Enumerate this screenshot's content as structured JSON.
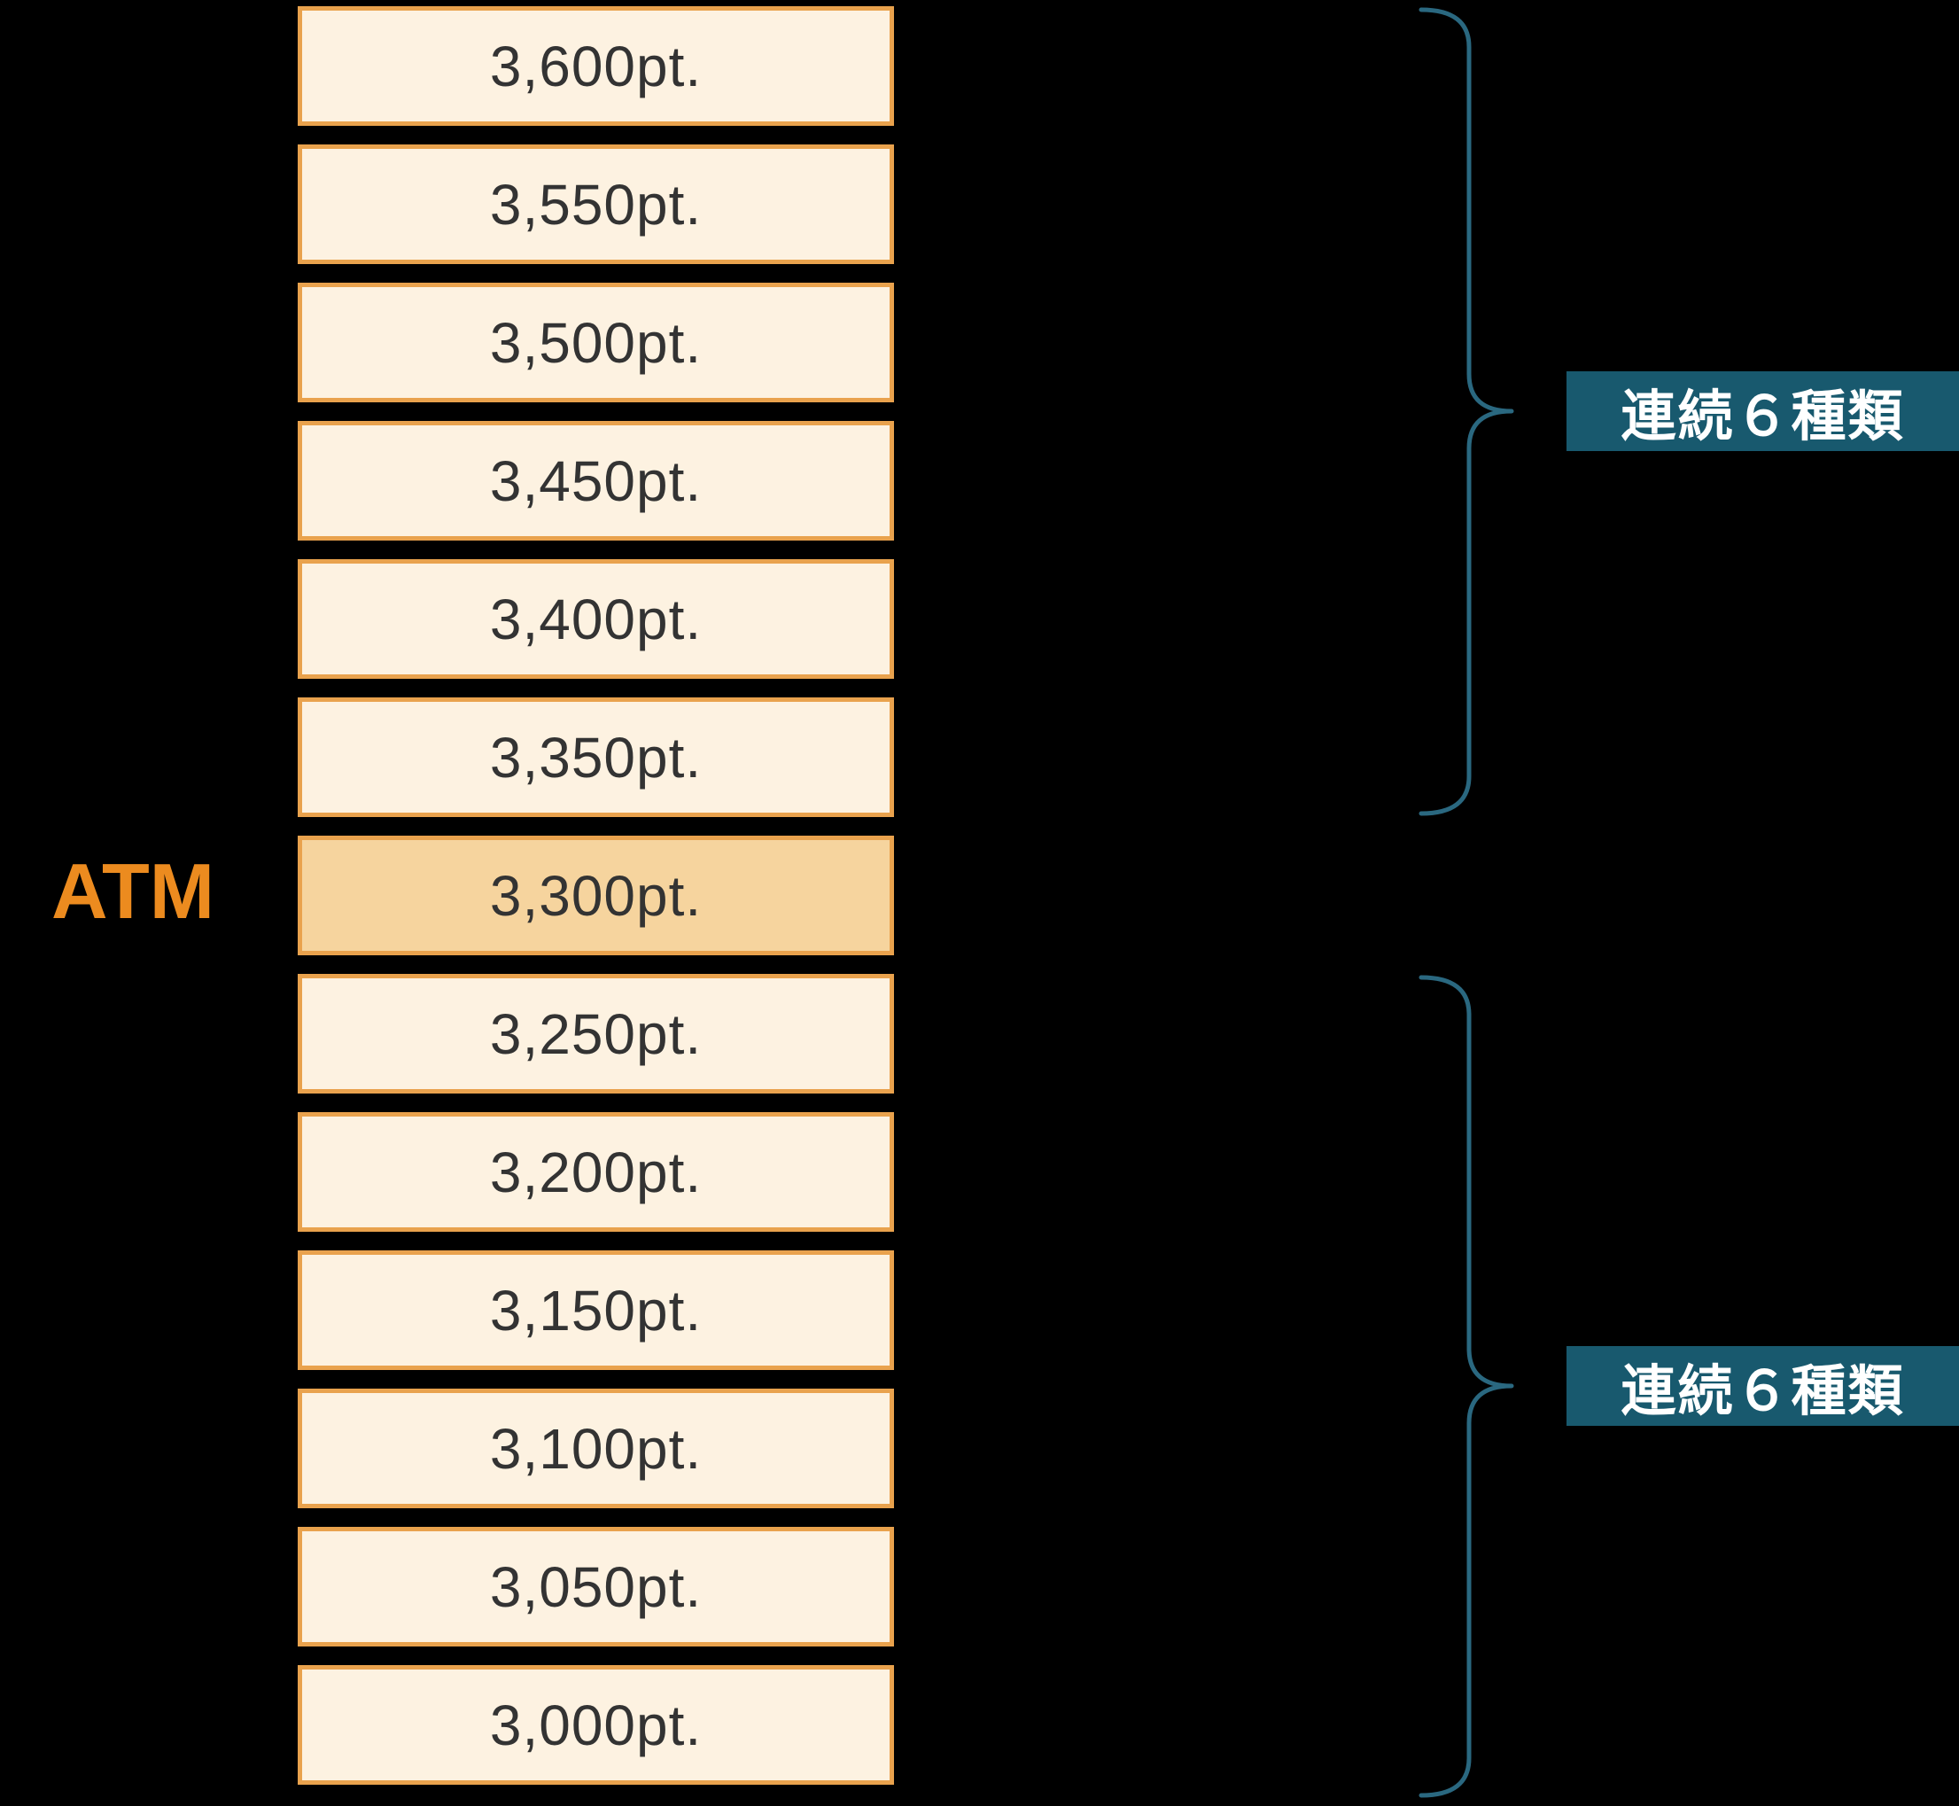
{
  "atm_label": "ATM",
  "boxes": [
    {
      "label": "3,600pt.",
      "highlight": false
    },
    {
      "label": "3,550pt.",
      "highlight": false
    },
    {
      "label": "3,500pt.",
      "highlight": false
    },
    {
      "label": "3,450pt.",
      "highlight": false
    },
    {
      "label": "3,400pt.",
      "highlight": false
    },
    {
      "label": "3,350pt.",
      "highlight": false
    },
    {
      "label": "3,300pt.",
      "highlight": true
    },
    {
      "label": "3,250pt.",
      "highlight": false
    },
    {
      "label": "3,200pt.",
      "highlight": false
    },
    {
      "label": "3,150pt.",
      "highlight": false
    },
    {
      "label": "3,100pt.",
      "highlight": false
    },
    {
      "label": "3,050pt.",
      "highlight": false
    },
    {
      "label": "3,000pt.",
      "highlight": false
    }
  ],
  "braces": {
    "top_label": "連続６種類",
    "bottom_label": "連続６種類"
  },
  "colors": {
    "background": "#000000",
    "box_fill": "#fdf2e1",
    "box_border": "#e9a24d",
    "atm_box_fill": "#f6d49e",
    "atm_text": "#ec8b1f",
    "tag_background": "#18596e",
    "tag_text": "#ffffff",
    "brace_stroke": "#2a6880",
    "box_text": "#333333"
  }
}
